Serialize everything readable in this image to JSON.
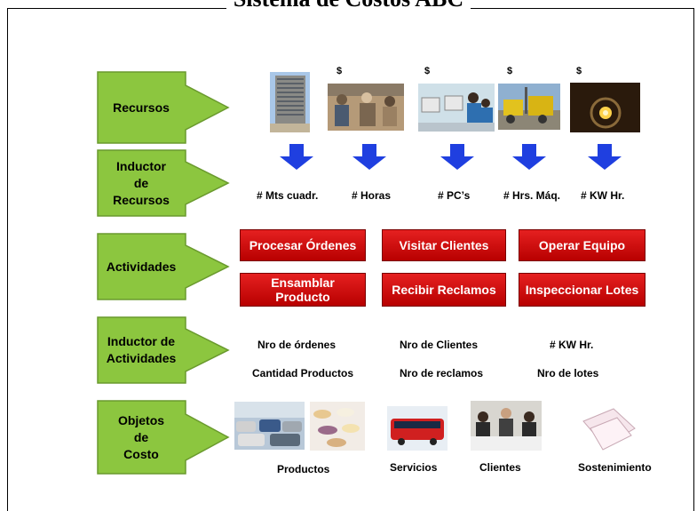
{
  "title": "Sistema de Costos ABC",
  "rows": [
    {
      "label": "Recursos"
    },
    {
      "label": "Inductor\nde\nRecursos"
    },
    {
      "label": "Actividades"
    },
    {
      "label": "Inductor de\nActividades"
    },
    {
      "label": "Objetos\nde\nCosto"
    }
  ],
  "resource_currency": "$",
  "resource_drivers": [
    "# Mts cuadr.",
    "# Horas",
    "# PC’s",
    "# Hrs. Máq.",
    "# KW Hr."
  ],
  "activities": [
    "Procesar Órdenes",
    "Visitar Clientes",
    "Operar Equipo",
    "Ensamblar\nProducto",
    "Recibir Reclamos",
    "Inspeccionar Lotes"
  ],
  "activity_drivers": [
    "Nro de órdenes",
    "Nro de Clientes",
    "# KW Hr.",
    "Cantidad Productos",
    "Nro de reclamos",
    "Nro de lotes"
  ],
  "cost_objects": [
    "Productos",
    "Servicios",
    "Clientes",
    "Sostenimiento"
  ],
  "colors": {
    "arrow_green": "#8cc63f",
    "arrow_border": "#6a9a2e",
    "activity_red": "#d81010",
    "down_arrow_blue": "#1f3fe0"
  }
}
